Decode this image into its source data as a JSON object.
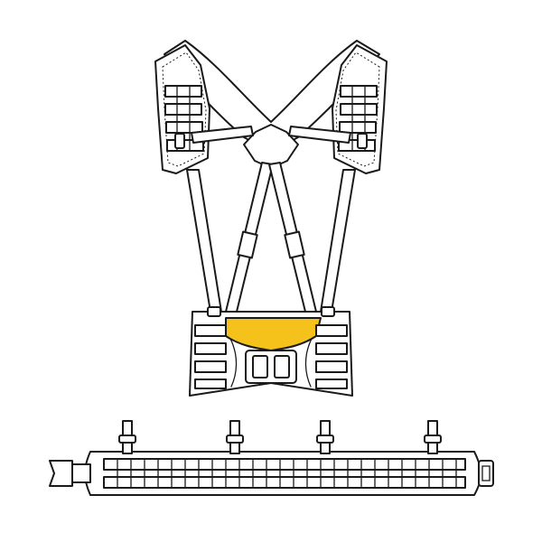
{
  "colors": {
    "outline": "#1a1a1a",
    "fill": "#ffffff",
    "highlight": "#f5c21b"
  },
  "figures": [
    {
      "name": "suspender-harness-with-belt",
      "highlighted_part": "belt-inner-padding"
    },
    {
      "name": "molle-battle-belt"
    }
  ],
  "icons": [
    "buckle-icon",
    "strap-slider-icon",
    "molle-webbing-icon"
  ]
}
